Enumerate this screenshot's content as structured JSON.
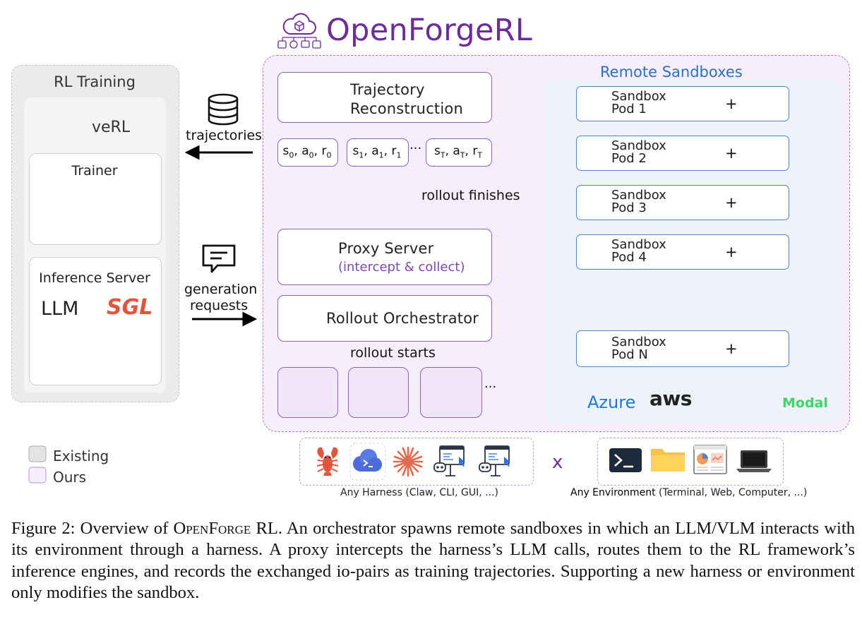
{
  "header": {
    "title": "OpenForgeRL"
  },
  "rl_training": {
    "title": "RL Training",
    "verl_label": "veRL",
    "trainer_label": "Trainer",
    "inference_label": "Inference Server",
    "vllm_label": "LLM",
    "sgl_label": "SGL"
  },
  "arrows": {
    "trajectories": "trajectories",
    "generation": "generation",
    "requests": "requests",
    "rollout_finishes": "rollout finishes",
    "rollout_starts": "rollout starts"
  },
  "openforge": {
    "trajectory_line1": "Trajectory",
    "trajectory_line2": "Reconstruction",
    "proxy_title": "Proxy Server",
    "proxy_sub": "(intercept & collect)",
    "orchestrator": "Rollout Orchestrator",
    "ellipsis": "···",
    "states": [
      {
        "s": "0",
        "a": "0",
        "r": "0"
      },
      {
        "s": "1",
        "a": "1",
        "r": "1"
      },
      {
        "s": "T",
        "a": "T",
        "r": "T"
      }
    ]
  },
  "sandboxes": {
    "title": "Remote Sandboxes",
    "pod_word": "Sandbox",
    "pods": [
      "Pod 1",
      "Pod 2",
      "Pod 3",
      "Pod 4",
      "Pod N"
    ],
    "plus": "+",
    "providers": {
      "azure": "Azure",
      "aws": "aws",
      "modal": "Modal"
    }
  },
  "legend": {
    "existing": "Existing",
    "ours": "Ours"
  },
  "bottom": {
    "times": "x",
    "harness": "Any Harness (Claw, CLI, GUI, ...)",
    "env_bold": "Any Environment",
    "env_rest": " (Terminal, Web, Computer, ...)"
  },
  "caption": {
    "prefix": "Figure 2: Overview of ",
    "name_sc": "OpenForge",
    "name_rest": " RL.",
    "text": " An orchestrator spawns remote sandboxes in which an LLM/VLM interacts with its environment through a harness. A proxy intercepts the harness’s LLM calls, routes them to the RL framework’s inference engines, and records the exchanged io-pairs as training trajectories. Supporting a new harness or environment only modifies the sandbox."
  },
  "colors": {
    "purple": "#6b2d96",
    "blue": "#4f86c8",
    "lavender": "#f7eefb",
    "grey": "#ebebeb"
  }
}
